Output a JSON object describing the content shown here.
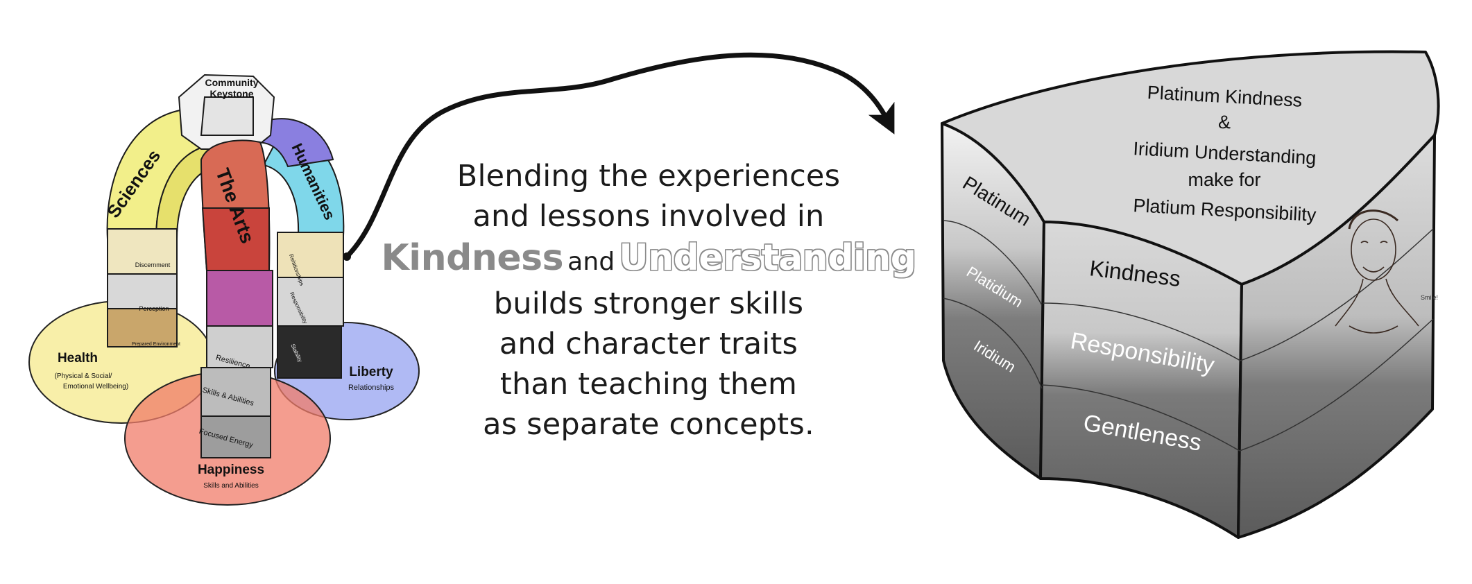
{
  "arch": {
    "keystone": [
      "Community",
      "Keystone"
    ],
    "sciences": "Sciences",
    "the_arts": "The Arts",
    "humanities": "Humanities",
    "left_blocks": [
      "Discernment",
      "Perception",
      "Prepared Environment"
    ],
    "right_blocks": [
      "Relationships",
      "Responsibility",
      "Stability"
    ],
    "center_blocks": [
      "Resilience",
      "Skills & Abilities",
      "Focused Energy"
    ]
  },
  "circles": {
    "health": {
      "title": "Health",
      "sub1": "(Physical & Social/",
      "sub2": "Emotional Wellbeing)",
      "color": "#f6ea8c"
    },
    "liberty": {
      "title": "Liberty",
      "sub": "Relationships",
      "color": "#8e9cf0"
    },
    "happiness": {
      "title": "Happiness",
      "sub": "Skills and  Abilities",
      "color": "#f07c6a"
    }
  },
  "center": {
    "line1": "Blending the experiences",
    "line2": "and lessons involved in",
    "kindness": "Kindness",
    "and": "and",
    "understanding": "Understanding",
    "line4": "builds stronger skills",
    "line5": "and character traits",
    "line6": "than teaching them",
    "line7": "as separate concepts."
  },
  "block": {
    "top": [
      "Platinum Kindness",
      "&",
      "Iridium Understanding",
      "make for",
      "Platium Responsibility"
    ],
    "left_labels": [
      "Platinum",
      "Platidium",
      "Iridium"
    ],
    "front_labels": [
      "Kindness",
      "Responsibility",
      "Gentleness"
    ],
    "portrait_caption": "Smile!"
  }
}
